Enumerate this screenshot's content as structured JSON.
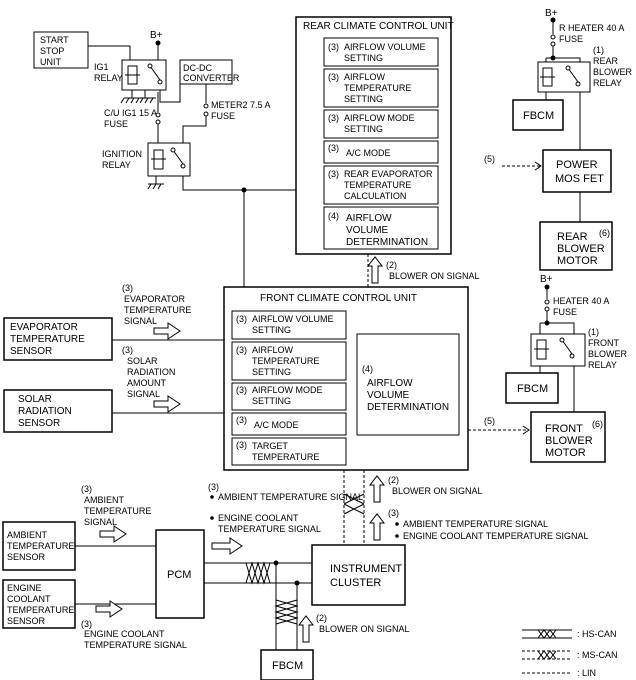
{
  "bplus": "B+",
  "start_stop_unit": [
    "START",
    "STOP",
    "UNIT"
  ],
  "ig1_relay": [
    "IG1",
    "RELAY"
  ],
  "dcdc_converter": [
    "DC-DC",
    "CONVERTER"
  ],
  "meter2_fuse": [
    "METER2 7.5 A",
    "FUSE"
  ],
  "cu_ig1_fuse": [
    "C/U IG1 15 A",
    "FUSE"
  ],
  "ignition_relay": [
    "IGNITION",
    "RELAY"
  ],
  "rear_unit": {
    "title": "REAR CLIMATE CONTROL UNIT",
    "items": [
      {
        "num": "(3)",
        "lines": [
          "AIRFLOW VOLUME",
          "SETTING"
        ]
      },
      {
        "num": "(3)",
        "lines": [
          "AIRFLOW",
          "TEMPERATURE",
          "SETTING"
        ]
      },
      {
        "num": "(3)",
        "lines": [
          "AIRFLOW MODE",
          "SETTING"
        ]
      },
      {
        "num": "(3)",
        "lines": [
          "A/C MODE"
        ]
      },
      {
        "num": "(3)",
        "lines": [
          "REAR EVAPORATOR",
          "TEMPERATURE",
          "CALCULATION"
        ]
      },
      {
        "num": "(4)",
        "lines": [
          "AIRFLOW",
          "VOLUME",
          "DETERMINATION"
        ]
      }
    ]
  },
  "r_heater_fuse": [
    "R HEATER 40 A",
    "FUSE"
  ],
  "rear_blower_relay": [
    "(1)",
    "REAR",
    "BLOWER",
    "RELAY"
  ],
  "fbcm": "FBCM",
  "power_mos_fet": [
    "POWER",
    "MOS FET"
  ],
  "step5": "(5)",
  "rear_blower_motor": {
    "num": "(6)",
    "lines": [
      "REAR",
      "BLOWER",
      "MOTOR"
    ]
  },
  "blower_on_signal": "BLOWER ON SIGNAL",
  "step2": "(2)",
  "step3": "(3)",
  "front_unit": {
    "title": "FRONT CLIMATE CONTROL UNIT",
    "items": [
      {
        "num": "(3)",
        "lines": [
          "AIRFLOW VOLUME",
          "SETTING"
        ]
      },
      {
        "num": "(3)",
        "lines": [
          "AIRFLOW",
          "TEMPERATURE",
          "SETTING"
        ]
      },
      {
        "num": "(3)",
        "lines": [
          "AIRFLOW MODE",
          "SETTING"
        ]
      },
      {
        "num": "(3)",
        "lines": [
          "A/C MODE"
        ]
      },
      {
        "num": "(3)",
        "lines": [
          "TARGET",
          "TEMPERATURE"
        ]
      }
    ],
    "determination": {
      "num": "(4)",
      "lines": [
        "AIRFLOW",
        "VOLUME",
        "DETERMINATION"
      ]
    }
  },
  "evaporator_signal": [
    "EVAPORATOR",
    "TEMPERATURE",
    "SIGNAL"
  ],
  "evaporator_sensor": [
    "EVAPORATOR",
    "TEMPERATURE",
    "SENSOR"
  ],
  "solar_signal": [
    "SOLAR",
    "RADIATION",
    "AMOUNT",
    "SIGNAL"
  ],
  "solar_sensor": [
    "SOLAR",
    "RADIATION",
    "SENSOR"
  ],
  "heater_fuse": [
    "HEATER 40 A",
    "FUSE"
  ],
  "front_blower_relay": [
    "(1)",
    "FRONT",
    "BLOWER",
    "RELAY"
  ],
  "front_blower_motor": {
    "num": "(6)",
    "lines": [
      "FRONT",
      "BLOWER",
      "MOTOR"
    ]
  },
  "ambient_signal": [
    "AMBIENT",
    "TEMPERATURE",
    "SIGNAL"
  ],
  "ambient_sensor": [
    "AMBIENT",
    "TEMPERATURE",
    "SENSOR"
  ],
  "engine_coolant_sensor": [
    "ENGINE",
    "COOLANT",
    "TEMPERATURE",
    "SENSOR"
  ],
  "engine_coolant_signal": [
    "ENGINE COOLANT",
    "TEMPERATURE SIGNAL"
  ],
  "pcm": "PCM",
  "bullet_signals": [
    "AMBIENT TEMPERATURE SIGNAL",
    "ENGINE COOLANT",
    "TEMPERATURE SIGNAL"
  ],
  "bullet_signals_right": [
    "AMBIENT TEMPERATURE SIGNAL",
    "ENGINE COOLANT TEMPERATURE SIGNAL"
  ],
  "instrument_cluster": [
    "INSTRUMENT",
    "CLUSTER"
  ],
  "legend": {
    "hs_can": ": HS-CAN",
    "ms_can": ": MS-CAN",
    "lin": ": LIN"
  }
}
